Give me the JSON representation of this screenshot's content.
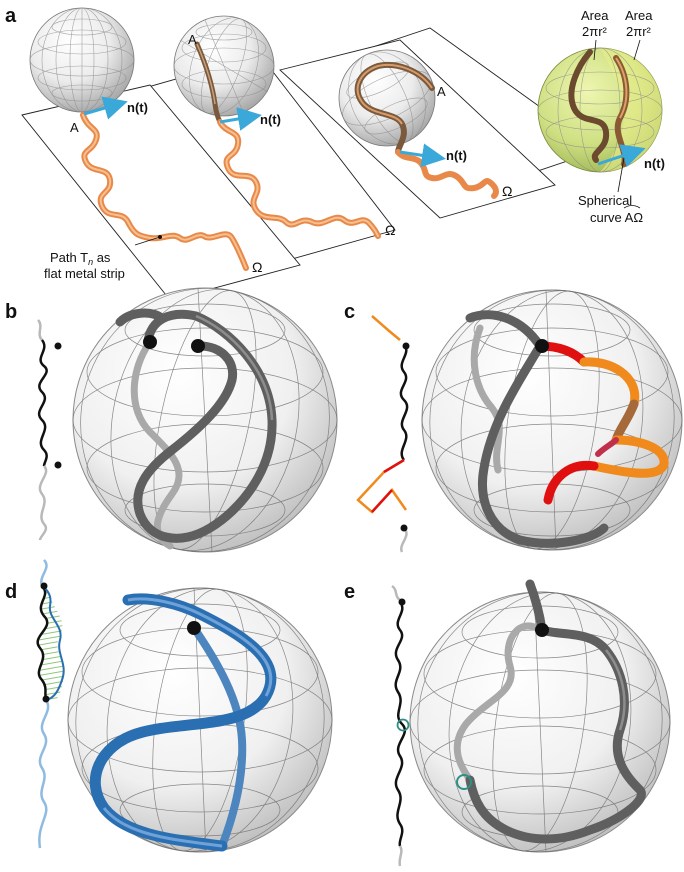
{
  "panels": {
    "a": {
      "letter": "a",
      "labels": {
        "a1": "A",
        "n1": "n(t)",
        "o1": "Ω",
        "a2": "A",
        "n2": "n(t)",
        "o2": "Ω",
        "a3": "A",
        "n3": "n(t)",
        "o3": "Ω",
        "path_line1": "Path T",
        "path_sub": "n",
        "path_line1_tail": " as",
        "path_line2": "flat metal strip",
        "area1_l1": "Area",
        "area1_l2": "2πr²",
        "area2_l1": "Area",
        "area2_l2": "2πr²",
        "n4": "n(t)",
        "sph_l1": "Spherical",
        "sph_l2": "curve AΩ"
      }
    },
    "b": {
      "letter": "b"
    },
    "c": {
      "letter": "c"
    },
    "d": {
      "letter": "d"
    },
    "e": {
      "letter": "e"
    }
  },
  "colors": {
    "strip_orange": "#e8894a",
    "arrow_blue": "#3aa9d9",
    "tube_gray": "#5f5f5f",
    "tube_light": "#b9b9b9",
    "highlight_red": "#e01010",
    "highlight_orange": "#f08a1c",
    "tube_blue": "#2a6fb2",
    "tube_lightblue": "#8fbbe0",
    "hatch_green": "#7fc26a",
    "marker_teal": "#2f8f86",
    "sphere_green": "#c9e07a"
  }
}
